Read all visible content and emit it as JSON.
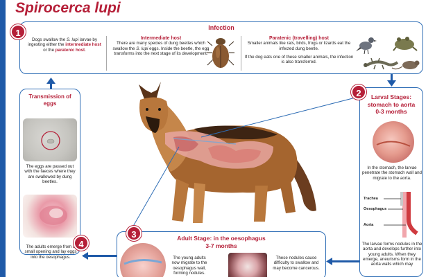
{
  "title": "Spirocerca lupi",
  "infection": {
    "heading": "Infection",
    "step": "1",
    "col1_a": "Dogs swallow the ",
    "col1_b": "S. lupi",
    "col1_c": " larvae by ingesting either the ",
    "col1_d": "intermediate host",
    "col1_e": " or the ",
    "col1_f": "paratenic host",
    "col1_g": ".",
    "inter_title": "Intermediate host",
    "inter_a": "There are many species of dung beetles which swallow the ",
    "inter_b": "S. lupi",
    "inter_c": " eggs. Inside the beetle, the egg transforms into the next stage of its development.",
    "para_title": "Paratenic (travelling) host",
    "para_text1": "Smaller animals like rats, birds, frogs or lizards eat the infected dung beetle.",
    "para_text2": "If the dog eats one of these smaller animals, the infection is also transferred."
  },
  "transmission": {
    "heading": "Transmission of eggs",
    "text1": "The eggs are passed out with the faeces where they are swallowed by dung beetles.",
    "text2": "The adults emerge from a small opening and lay eggs into the oesophagus.",
    "step": "4"
  },
  "larval": {
    "step": "2",
    "heading1": "Larval Stages:",
    "heading2": "stomach to aorta",
    "heading3": "0-3 months",
    "text1": "In the stomach, the larvae penetrate the stomach wall and migrate to the aorta.",
    "label_trachea": "Trachea",
    "label_oesophagus": "Oesophagus",
    "label_aorta": "Aorta",
    "text2": "The larvae forms nodules in the aorta and develops further into young adults. When they emerge, aneurisms form in the aorta walls which may"
  },
  "adult": {
    "step": "3",
    "heading1": "Adult Stage: in the oesophagus",
    "heading2": "3-7 months",
    "text1": "The young adults now migrate to the oesophagus wall, forming nodules.",
    "text2": "These nodules cause difficulty to swallow and may become cancerous."
  },
  "colors": {
    "accent": "#b51f38",
    "border": "#2e6db5",
    "bar": "#1f5aa8"
  }
}
